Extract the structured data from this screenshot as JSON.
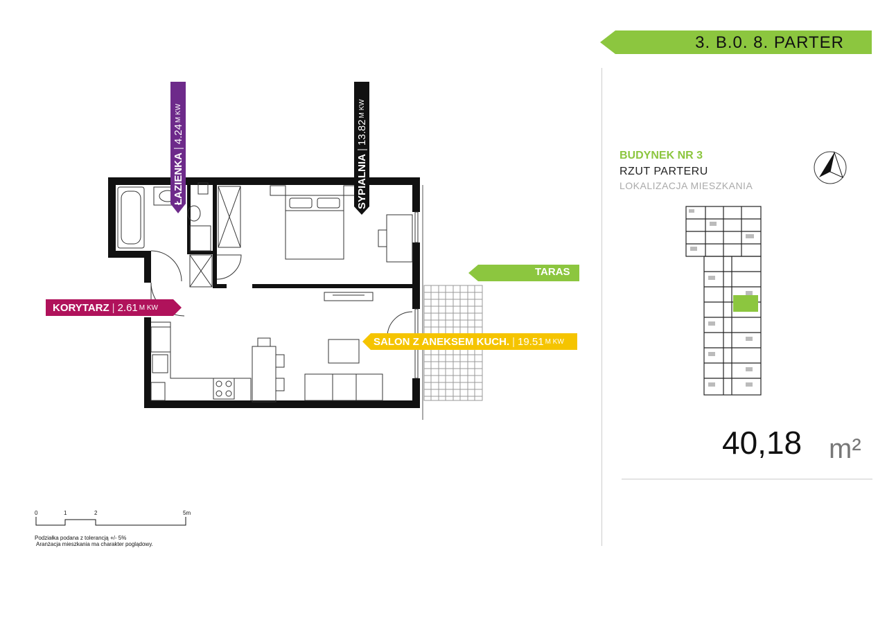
{
  "header": {
    "apartment_code": "3. B.0.  8.  PARTER"
  },
  "building": {
    "title": "BUDYNEK NR 3",
    "subtitle": "RZUT PARTERU",
    "location_label": "LOKALIZACJA MIESZKANIA"
  },
  "area": {
    "value": "40,18",
    "unit": "m²"
  },
  "rooms": {
    "lazienka": {
      "name": "ŁAZIENKA",
      "area": "4.24",
      "unit": "M KW"
    },
    "sypialnia": {
      "name": "SYPIALNIA",
      "area": "13.82",
      "unit": "M KW"
    },
    "korytarz": {
      "name": "KORYTARZ",
      "area": "2.61",
      "unit": "M KW"
    },
    "salon": {
      "name": "SALON Z ANEKSEM KUCH.",
      "area": "19.51",
      "unit": "M KW"
    },
    "taras": {
      "name": "TARAS"
    }
  },
  "scale": {
    "ticks": [
      "0",
      "1",
      "2",
      "5m"
    ],
    "note_line1": "Podziałka podana z tolerancją +/- 5%",
    "note_line2": "Aranżacja mieszkania ma charakter poglądowy."
  },
  "colors": {
    "accent_green": "#8cc63f",
    "lazienka": "#6d2a8a",
    "sypialnia": "#111111",
    "korytarz": "#b0125b",
    "salon": "#f5c400",
    "wall": "#111111",
    "highlight": "#8cc63f"
  },
  "icons": {
    "compass": "north-arrow-icon"
  }
}
